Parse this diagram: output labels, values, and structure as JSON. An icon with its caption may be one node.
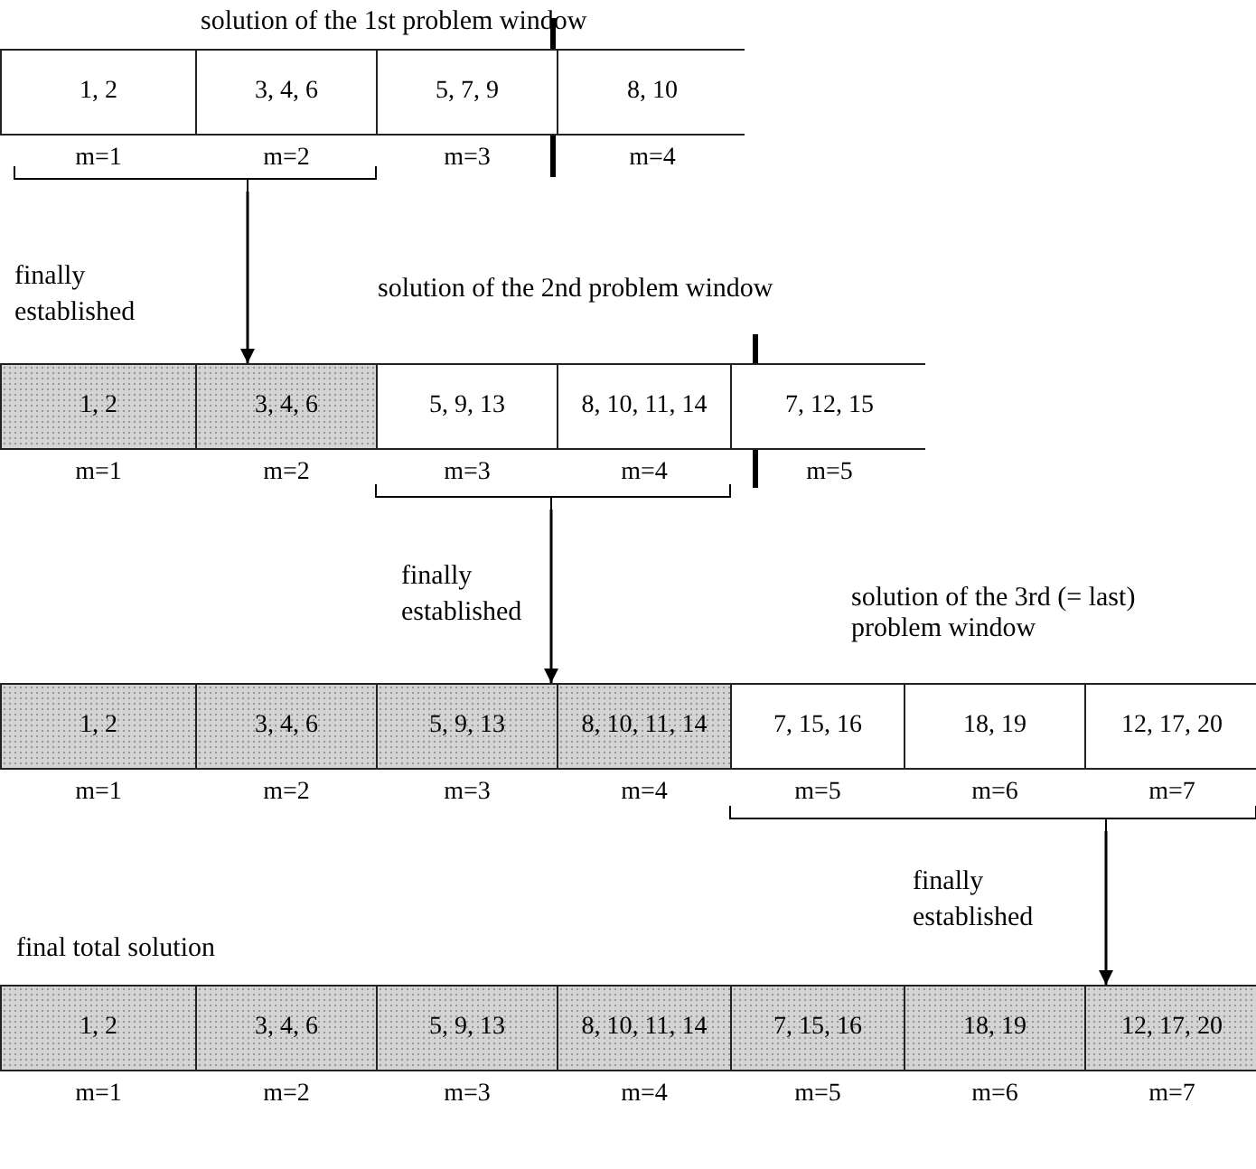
{
  "diagram": {
    "nodes": [
      {
        "text": [
          "solution of the 1st problem window"
        ]
      },
      {
        "text": [
          "1, 2"
        ],
        "beside": [
          "m=1"
        ],
        "in": 0
      },
      {
        "text": [
          "3, 4, 6"
        ],
        "beside": [
          "m=2"
        ],
        "in": 0
      },
      {
        "text": [
          "5, 7, 9"
        ],
        "beside": [
          "m=3"
        ],
        "in": 0
      },
      {
        "text": [
          "8, 10"
        ],
        "beside": [
          "m=4"
        ],
        "in": 0
      },
      {
        "text": [],
        "shape": "bracket"
      },
      {
        "text": [
          "solution of the 2nd problem window"
        ]
      },
      {
        "text": [
          "1, 2"
        ],
        "beside": [
          "m=1"
        ],
        "in": 6
      },
      {
        "text": [
          "3, 4, 6"
        ],
        "beside": [
          "m=2"
        ],
        "in": 6
      },
      {
        "text": [
          "5, 9, 13"
        ],
        "beside": [
          "m=3"
        ],
        "in": 6
      },
      {
        "text": [
          "8, 10, 11, 14"
        ],
        "beside": [
          "m=4"
        ],
        "in": 6
      },
      {
        "text": [
          "7, 12, 15"
        ],
        "beside": [
          "m=5"
        ],
        "in": 6
      },
      {
        "text": [],
        "shape": "bracket"
      },
      {
        "text": [
          "solution of the 3rd (= last) problem window"
        ]
      },
      {
        "text": [
          "1, 2"
        ],
        "beside": [
          "m=1"
        ],
        "in": 13
      },
      {
        "text": [
          "3, 4, 6"
        ],
        "beside": [
          "m=2"
        ],
        "in": 13
      },
      {
        "text": [
          "5, 9, 13"
        ],
        "beside": [
          "m=3"
        ],
        "in": 13
      },
      {
        "text": [
          "8, 10, 11, 14"
        ],
        "beside": [
          "m=4"
        ],
        "in": 13
      },
      {
        "text": [
          "7, 15, 16"
        ],
        "beside": [
          "m=5"
        ],
        "in": 13
      },
      {
        "text": [
          "18, 19"
        ],
        "beside": [
          "m=6"
        ],
        "in": 13
      },
      {
        "text": [
          "12, 17, 20"
        ],
        "beside": [
          "m=7"
        ],
        "in": 13
      },
      {
        "text": [],
        "shape": "bracket"
      },
      {
        "text": [
          "final total solution"
        ]
      },
      {
        "text": [
          "1, 2"
        ],
        "beside": [
          "m=1"
        ],
        "in": 22
      },
      {
        "text": [
          "3, 4, 6"
        ],
        "beside": [
          "m=2"
        ],
        "in": 22
      },
      {
        "text": [
          "5, 9, 13"
        ],
        "beside": [
          "m=3"
        ],
        "in": 22
      },
      {
        "text": [
          "8, 10, 11, 14"
        ],
        "beside": [
          "m=4"
        ],
        "in": 22
      },
      {
        "text": [
          "7, 15, 16"
        ],
        "beside": [
          "m=5"
        ],
        "in": 22
      },
      {
        "text": [
          "18, 19"
        ],
        "beside": [
          "m=6"
        ],
        "in": 22
      },
      {
        "text": [
          "12, 17, 20"
        ],
        "beside": [
          "m=7"
        ],
        "in": 22
      }
    ],
    "edges": [
      {
        "from": 5,
        "to": 6,
        "arrow": "to",
        "label": "finally established"
      },
      {
        "from": 12,
        "to": 13,
        "arrow": "to",
        "label": "finally established"
      },
      {
        "from": 21,
        "to": 22,
        "arrow": "to",
        "label": "finally established"
      }
    ]
  }
}
